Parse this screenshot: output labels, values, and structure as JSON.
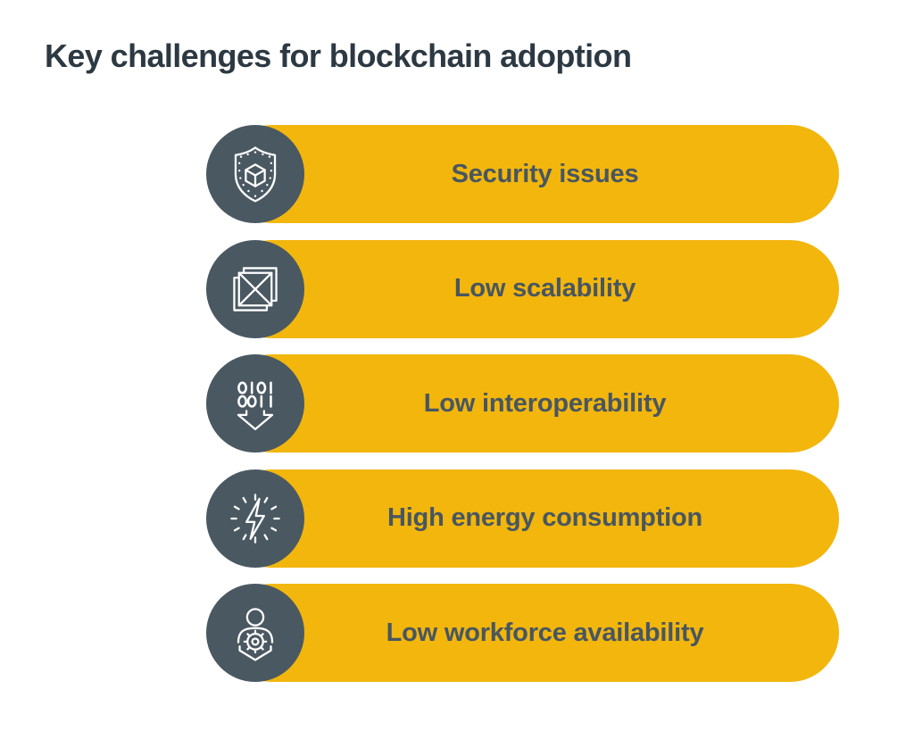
{
  "title": "Key challenges for blockchain adoption",
  "colors": {
    "background": "#ffffff",
    "accent_yellow": "#f2b60d",
    "circle_dark": "#4a5862",
    "title_text": "#2d3942",
    "label_text": "#485661",
    "icon_stroke": "#ffffff"
  },
  "challenges": [
    {
      "label": "Security issues",
      "icon": "shield-cube-icon"
    },
    {
      "label": "Low scalability",
      "icon": "overlapping-squares-x-icon"
    },
    {
      "label": "Low interoperability",
      "icon": "binary-down-arrow-icon"
    },
    {
      "label": "High energy consumption",
      "icon": "lightning-rays-icon"
    },
    {
      "label": "Low workforce availability",
      "icon": "person-gear-arrow-icon"
    }
  ]
}
